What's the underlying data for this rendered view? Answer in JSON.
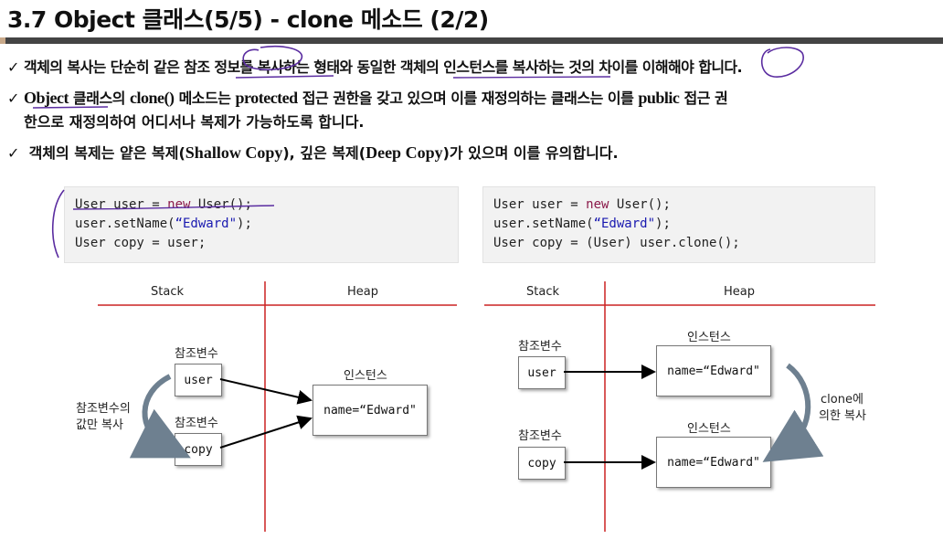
{
  "slide": {
    "title": "3.7 Object 클래스(5/5) - clone 메소드 (2/2)",
    "accent_color": "#444444",
    "bullets": {
      "b1": {
        "check": "✓",
        "text": "객체의 복사는 단순히 같은 참조 정보를 복사하는 형태와 동일한 객체의 인스턴스를  복사하는 것의 차이를 이해해야 합니다."
      },
      "b2": {
        "check": "✓",
        "p1": "Object",
        "p2": " 클래스의 ",
        "p3": "clone()",
        "p4": " 메소드는 ",
        "p5": "protected",
        "p6": " 접근 권한을 갖고 있으며 이를 재정의하는 클래스는 이를 ",
        "p7": "public",
        "p8": " 접근 권",
        "line2": "한으로 재정의하여 어디서나 복제가 가능하도록 합니다."
      },
      "b3": {
        "check": "✓",
        "p1": " 객체의 복제는 얕은 복제(",
        "p2": "Shallow Copy",
        "p3": "), 깊은 복제(",
        "p4": "Deep Copy",
        "p5": ")가 있으며 이를 유의합니다."
      }
    }
  },
  "code_left": {
    "l1a": "User user = ",
    "l1kw": "new",
    "l1b": " User();",
    "l2a": "user.setName(",
    "l2s": "“Edward\"",
    "l2b": ");",
    "l3": "User copy = user;"
  },
  "code_right": {
    "l1a": "User user = ",
    "l1kw": "new",
    "l1b": " User();",
    "l2a": "user.setName(",
    "l2s": "“Edward\"",
    "l2b": ");",
    "l3": "User copy = (User) user.clone();"
  },
  "diagram_left": {
    "stack": "Stack",
    "heap": "Heap",
    "ref1_label": "참조변수",
    "ref1_box": "user",
    "ref2_label": "참조변수",
    "ref2_box": "copy",
    "instance_label": "인스턴스",
    "instance_box": "name=“Edward\"",
    "side_note_1": "참조변수의",
    "side_note_2": "값만 복사"
  },
  "diagram_right": {
    "stack": "Stack",
    "heap": "Heap",
    "ref1_label": "참조변수",
    "ref1_box": "user",
    "ref2_label": "참조변수",
    "ref2_box": "copy",
    "instance1_label": "인스턴스",
    "instance1_box": "name=“Edward\"",
    "instance2_label": "인스턴스",
    "instance2_box": "name=“Edward\"",
    "side_note_1": "clone에",
    "side_note_2": "의한 복사"
  },
  "colors": {
    "divider_red": "#cc2222",
    "arrow_gray": "#6e8090",
    "annotation_purple": "#5a2ca0"
  }
}
